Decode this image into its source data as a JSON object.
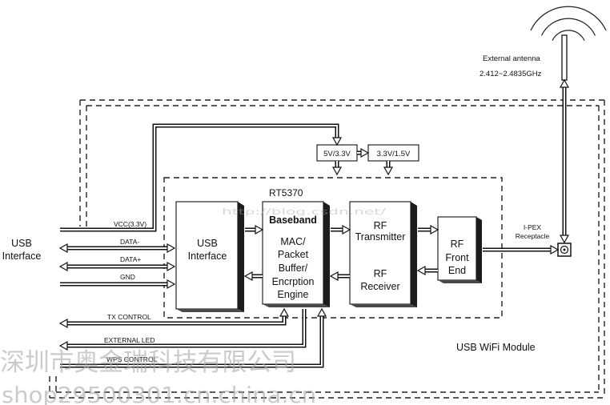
{
  "diagram": {
    "antenna": {
      "label": "External antenna",
      "frequency": "2.412~2.4835GHz"
    },
    "host_side": {
      "label_line1": "USB",
      "label_line2": "Interface"
    },
    "signals": {
      "vcc": "VCC(3.3V)",
      "data_minus": "DATA-",
      "data_plus": "DATA+",
      "gnd": "GND",
      "tx_control": "TX CONTROL",
      "external_led": "EXTERNAL LED",
      "wps_control": "WPS CONTROL"
    },
    "regulators": [
      "5V/3.3V",
      "3.3V/1.5V"
    ],
    "chip": {
      "name": "RT5370"
    },
    "blocks": {
      "usb_interface": [
        "USB",
        "Interface"
      ],
      "baseband": {
        "title": "Baseband",
        "lines": [
          "MAC/",
          "Packet",
          "Buffer/",
          "Encrption",
          "Engine"
        ]
      },
      "rf_transmitter": [
        "RF",
        "Transmitter"
      ],
      "rf_receiver": [
        "RF",
        "Receiver"
      ],
      "rf_front_end": [
        "RF",
        "Front",
        "End"
      ]
    },
    "connector": {
      "lines": [
        "I-PEX",
        "Receptacle"
      ]
    },
    "module_label": "USB WiFi Module"
  },
  "watermarks": {
    "company": "深圳市奥金瑞科技有限公司",
    "shop": "shop29500301.cn.china.cn",
    "blog": "http://blog.csdn.net/"
  }
}
